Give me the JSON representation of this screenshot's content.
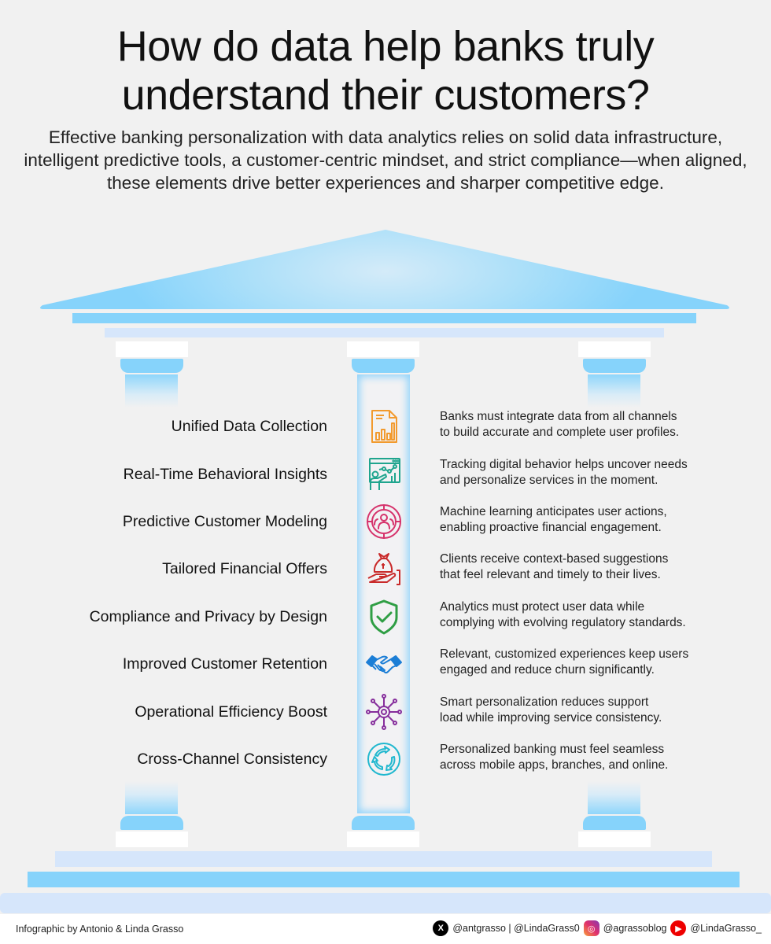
{
  "header": {
    "title_line1": "How do data help banks truly",
    "title_line2": "understand their customers?",
    "subtitle": "Effective banking personalization with data analytics relies on solid data infrastructure, intelligent predictive tools, a customer-centric mindset, and strict compliance—when aligned, these elements drive better experiences and sharper competitive edge."
  },
  "colors": {
    "background": "#f1f1f1",
    "temple_blue": "#86d3fb",
    "temple_pale": "#d6e6fb",
    "capital_white": "#ffffff"
  },
  "items": [
    {
      "label": "Unified Data Collection",
      "icon": "document-bar-chart-icon",
      "icon_color": "#f29a2e",
      "description_line1": "Banks must integrate data from all channels",
      "description_line2": "to build accurate and complete user profiles."
    },
    {
      "label": "Real-Time Behavioral Insights",
      "icon": "presentation-analytics-icon",
      "icon_color": "#1fa58e",
      "description_line1": "Tracking digital behavior helps uncover needs",
      "description_line2": "and personalize services in the moment."
    },
    {
      "label": "Predictive Customer Modeling",
      "icon": "target-users-icon",
      "icon_color": "#d6336c",
      "description_line1": "Machine learning anticipates user actions,",
      "description_line2": "enabling proactive financial engagement."
    },
    {
      "label": "Tailored Financial Offers",
      "icon": "money-bag-hand-icon",
      "icon_color": "#c92a2a",
      "description_line1": "Clients receive context-based suggestions",
      "description_line2": "that feel relevant and timely to their lives."
    },
    {
      "label": "Compliance and Privacy by Design",
      "icon": "shield-check-icon",
      "icon_color": "#2f9e44",
      "description_line1": "Analytics must protect user data while",
      "description_line2": "complying with evolving regulatory standards."
    },
    {
      "label": "Improved Customer Retention",
      "icon": "handshake-icon",
      "icon_color": "#1c7ed6",
      "description_line1": "Relevant, customized experiences keep users",
      "description_line2": "engaged and reduce churn significantly."
    },
    {
      "label": "Operational Efficiency Boost",
      "icon": "gear-network-icon",
      "icon_color": "#862e9c",
      "description_line1": "Smart personalization reduces support",
      "description_line2": "load while improving service consistency."
    },
    {
      "label": "Cross-Channel Consistency",
      "icon": "cycle-arrows-icon",
      "icon_color": "#22b8cf",
      "description_line1": "Personalized banking must feel seamless",
      "description_line2": "across mobile apps, branches, and online."
    }
  ],
  "footer": {
    "credit": "Infographic by Antonio & Linda Grasso",
    "x_handles": "@antgrasso | @LindaGrass0",
    "instagram_handle": "@agrassoblog",
    "youtube_handle": "@LindaGrasso_"
  }
}
